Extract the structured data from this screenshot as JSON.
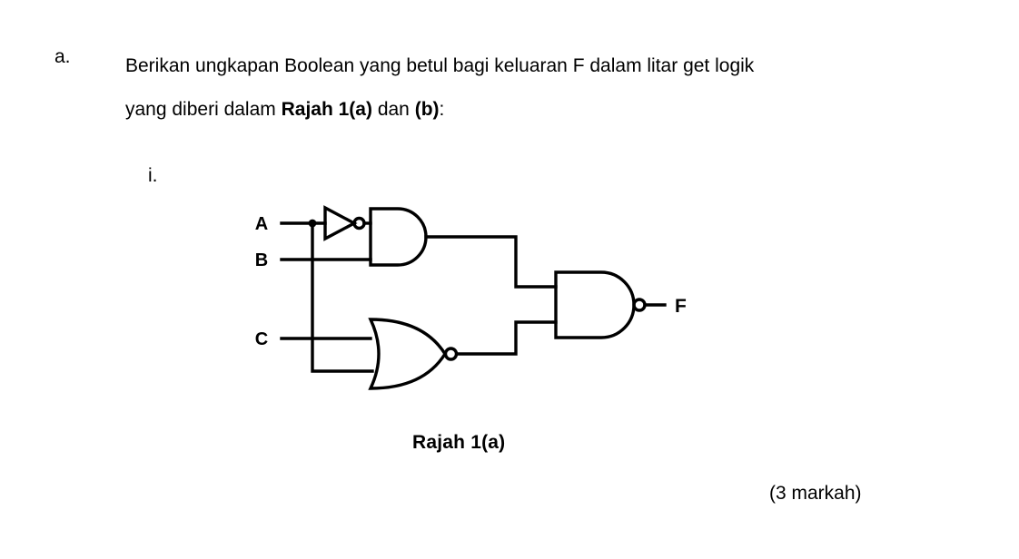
{
  "question": {
    "marker": "a.",
    "line1_pre": "Berikan ungkapan Boolean yang betul bagi keluaran F dalam litar get logik",
    "line2_pre": "yang diberi dalam ",
    "line2_bold1": "Rajah 1(a)",
    "line2_mid": " dan ",
    "line2_bold2": "(b)",
    "line2_post": ":",
    "sub_marker": "i."
  },
  "figure": {
    "caption": "Rajah 1(a)",
    "inputs": [
      {
        "label": "A"
      },
      {
        "label": "B"
      },
      {
        "label": "C"
      }
    ],
    "output": {
      "label": "F"
    },
    "gates": [
      {
        "name": "not-gate",
        "type": "NOT",
        "inputs": [
          "A"
        ],
        "output": "A'"
      },
      {
        "name": "and-gate",
        "type": "AND",
        "inputs": [
          "A'",
          "B"
        ],
        "output": "A'B"
      },
      {
        "name": "nor-gate",
        "type": "NOR",
        "inputs": [
          "C",
          "A"
        ],
        "output": "(C+A)'"
      },
      {
        "name": "nand-gate",
        "type": "NAND",
        "inputs": [
          "A'B",
          "(C+A)'"
        ],
        "output": "F"
      }
    ],
    "stroke_color": "#000000"
  },
  "marks": "(3 markah)"
}
